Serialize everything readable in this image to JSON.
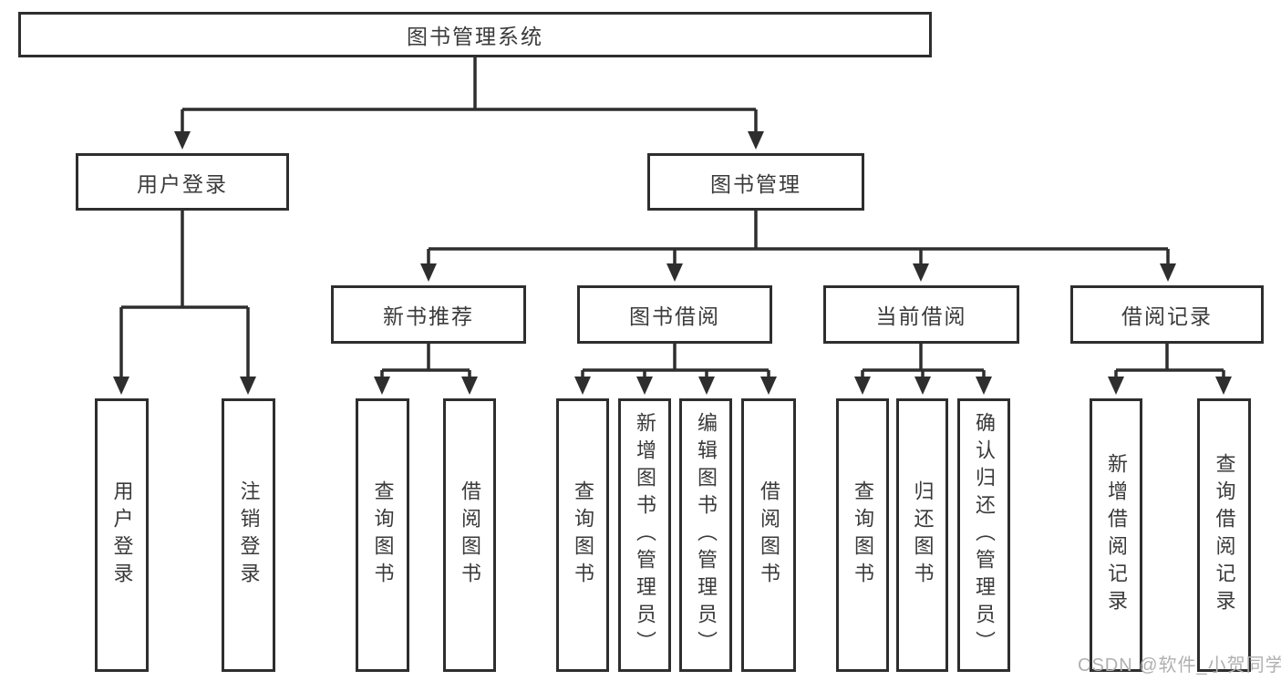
{
  "diagram": {
    "root": "图书管理系统",
    "level1": {
      "user_login": "用户登录",
      "book_management": "图书管理"
    },
    "level2": {
      "new_book_recommend": "新书推荐",
      "book_borrow": "图书借阅",
      "current_borrow": "当前借阅",
      "borrow_records": "借阅记录"
    },
    "leaves": {
      "user_login": [
        "用户登录",
        "注销登录"
      ],
      "new_book_recommend": [
        "查询图书",
        "借阅图书"
      ],
      "book_borrow": [
        "查询图书",
        "新增图书（管理员）",
        "编辑图书（管理员）",
        "借阅图书"
      ],
      "current_borrow": [
        "查询图书",
        "归还图书",
        "确认归还（管理员）"
      ],
      "borrow_records": [
        "新增借阅记录",
        "查询借阅记录"
      ]
    }
  },
  "watermark": "CSDN @软件_小贺同学",
  "colors": {
    "line": "#2e2e2e",
    "text": "#3a3a3a",
    "watermark": "#b0b0b0",
    "node_fill": "#ffffff"
  }
}
